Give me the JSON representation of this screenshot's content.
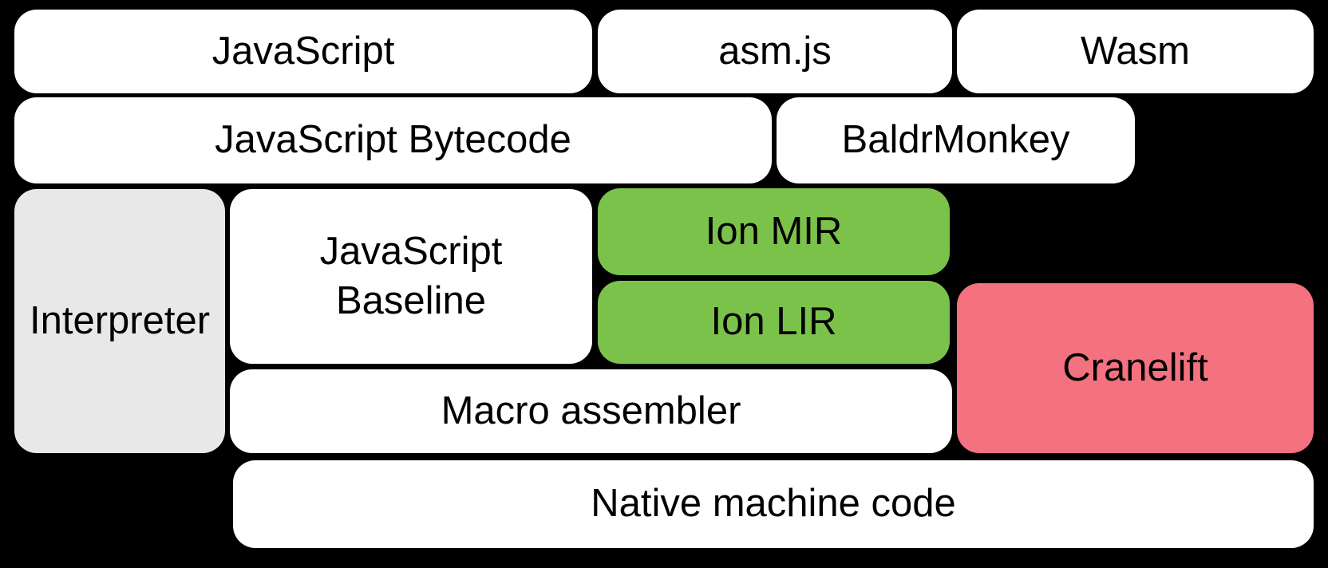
{
  "diagram": {
    "background_color": "#000000",
    "text_color": "#000000",
    "colors": {
      "white_box": "#ffffff",
      "gray_box": "#e8e8e8",
      "green_box": "#7bc24b",
      "pink_box": "#f4727f"
    },
    "nodes": [
      {
        "id": "javascript",
        "label": "JavaScript",
        "color": "white"
      },
      {
        "id": "asm-js",
        "label": "asm.js",
        "color": "white"
      },
      {
        "id": "wasm",
        "label": "Wasm",
        "color": "white"
      },
      {
        "id": "javascript-bytecode",
        "label": "JavaScript Bytecode",
        "color": "white"
      },
      {
        "id": "baldrmonkey",
        "label": "BaldrMonkey",
        "color": "white"
      },
      {
        "id": "interpreter",
        "label": "Interpreter",
        "color": "gray"
      },
      {
        "id": "javascript-baseline",
        "label": "JavaScript Baseline",
        "lines": [
          "JavaScript",
          "Baseline"
        ],
        "color": "white"
      },
      {
        "id": "ion-mir",
        "label": "Ion MIR",
        "color": "green"
      },
      {
        "id": "ion-lir",
        "label": "Ion LIR",
        "color": "green"
      },
      {
        "id": "cranelift",
        "label": "Cranelift",
        "color": "pink"
      },
      {
        "id": "macro-assembler",
        "label": "Macro assembler",
        "color": "white"
      },
      {
        "id": "native-machine-code",
        "label": "Native machine code",
        "color": "white"
      }
    ]
  }
}
